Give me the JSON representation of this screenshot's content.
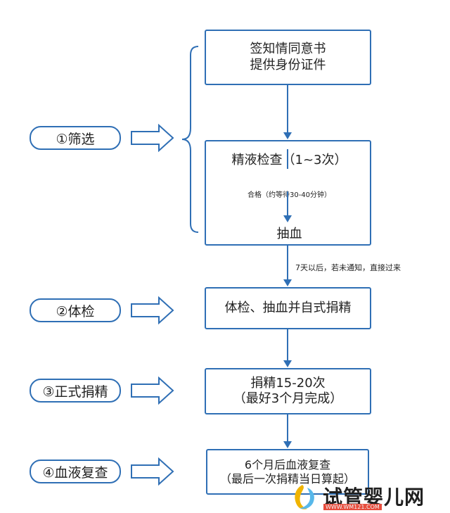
{
  "boxes": {
    "consent": {
      "line1": "签知情同意书",
      "line2": "提供身份证件"
    },
    "screening": {
      "title": "精液检查（1~3次）",
      "note": "合格（约等待30-40分钟）",
      "bottom": "抽血"
    },
    "physical": {
      "label": "体检、抽血并自式捐精"
    },
    "donation": {
      "line1": "捐精15-20次",
      "line2": "（最好3个月完成）"
    },
    "recheck": {
      "line1": "6个月后血液复查",
      "line2": "（最后一次捐精当日算起）"
    }
  },
  "stages": {
    "stage1": "①筛选",
    "stage2": "②体检",
    "stage3": "③正式捐精",
    "stage4": "④血液复查"
  },
  "notes": {
    "wait_note": "7天以后，若未通知，直接过来"
  },
  "watermark": {
    "brand": "试管婴儿网",
    "url": "WWW.WM121.COM"
  },
  "colors": {
    "outline": "#2f6fb5",
    "text": "#222222",
    "watermark_accent": "#e74c3c"
  }
}
